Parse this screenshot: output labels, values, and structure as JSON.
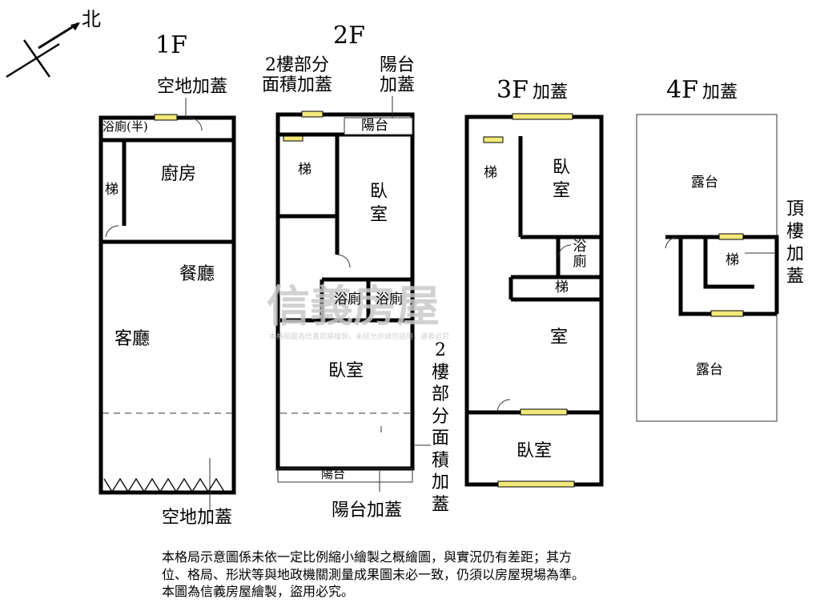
{
  "compass": {
    "north_label": "北"
  },
  "floor_1": {
    "title": "1F",
    "top_annex": "空地加蓋",
    "bottom_annex": "空地加蓋",
    "rooms": {
      "bath_half": "浴廁(半)",
      "stair": "梯",
      "kitchen": "廚房",
      "dining": "餐廳",
      "living": "客廳"
    }
  },
  "floor_2": {
    "title": "2F",
    "annex_partial": [
      "2樓部分",
      "面積加蓋"
    ],
    "annex_balcony": [
      "陽台",
      "加蓋"
    ],
    "rooms": {
      "balcony_top": "陽台",
      "stair": "梯",
      "bedroom_a": [
        "臥",
        "室"
      ],
      "bath_1": "浴廁",
      "bath_2": "浴廁",
      "bedroom_b": "臥室",
      "balcony_bottom": "陽台"
    },
    "side_annex_vertical": [
      "2",
      "樓",
      "部",
      "分",
      "面",
      "積",
      "加",
      "蓋"
    ],
    "bottom_annex": "陽台加蓋"
  },
  "floor_3": {
    "title": "3F",
    "title_suffix": "加蓋",
    "rooms": {
      "stair": "梯",
      "bedroom_a": [
        "臥",
        "室"
      ],
      "bath": [
        "浴",
        "廁"
      ],
      "stair_2": "梯",
      "room_mid": "室",
      "bedroom_b": "臥室"
    }
  },
  "floor_4": {
    "title": "4F",
    "title_suffix": "加蓋",
    "rooms": {
      "terrace_top": "露台",
      "stair": "梯",
      "terrace_bottom": "露台"
    },
    "roof_annex_vertical": [
      "頂",
      "樓",
      "加",
      "蓋"
    ]
  },
  "watermark": {
    "brand": "信義房屋",
    "notice": "本格局圖為信義房屋繪製，未經允許請勿盜用，違者必究"
  },
  "notes": [
    "本格局示意圖係未依一定比例縮小繪製之概繪圖，與實況仍有差距；其方",
    "位、格局、形狀等與地政機關測量成果圖未必一致，仍須以房屋現場為準。",
    "本圖為信義房屋繪製，盜用必究。"
  ],
  "colors": {
    "wall": "#000000",
    "window_fill": "#f3e97a",
    "thin_line": "#333333",
    "watermark": "#c9c9c9"
  }
}
